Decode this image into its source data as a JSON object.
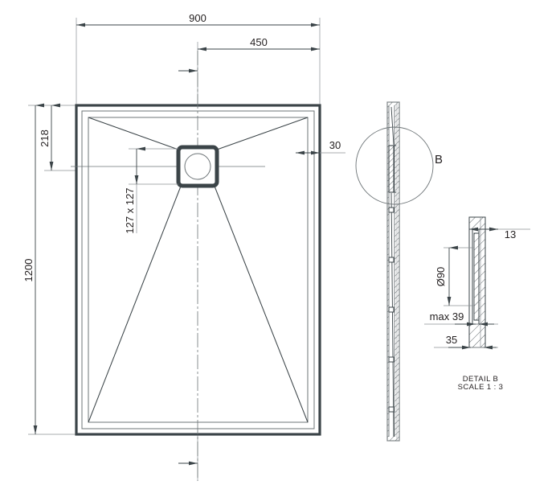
{
  "drawing": {
    "title": "Shower tray technical drawing",
    "units": "mm",
    "line_color": "#3b4448",
    "thin_color": "#6d7477",
    "text_color": "#231f20"
  },
  "main_view": {
    "name": "top-view",
    "dimensions": {
      "width_overall": "900",
      "width_half": "450",
      "height_overall": "1200",
      "drain_offset_top": "218",
      "rim_thickness": "30",
      "drain_square": "127 x 127"
    }
  },
  "side_view": {
    "name": "section-view",
    "detail_marker": "B"
  },
  "detail_view": {
    "caption_line1": "DETAIL B",
    "caption_line2": "SCALE 1 : 3",
    "dimensions": {
      "flange": "13",
      "diameter": "Ø90",
      "max_height": "max 39",
      "total_height": "35"
    }
  }
}
